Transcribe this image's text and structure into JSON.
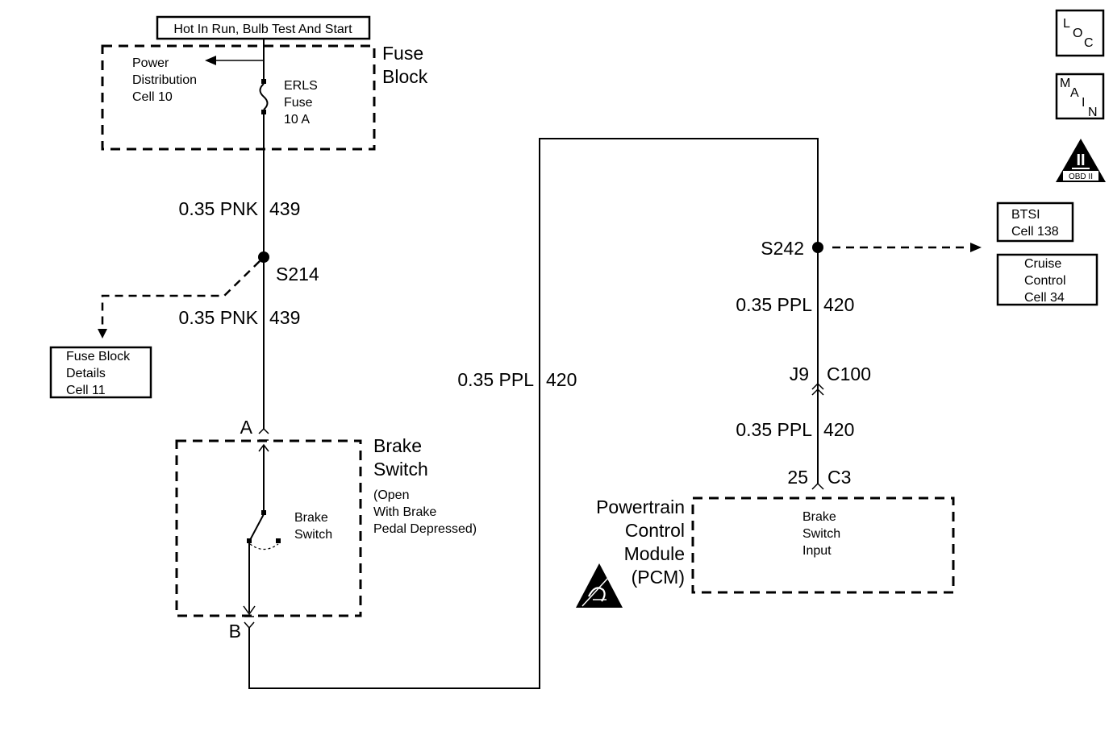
{
  "header_box": "Hot In Run, Bulb Test And Start",
  "fuse_block": {
    "title_line1": "Fuse",
    "title_line2": "Block",
    "power_line1": "Power",
    "power_line2": "Distribution",
    "power_line3": "Cell 10",
    "fuse_line1": "ERLS",
    "fuse_line2": "Fuse",
    "fuse_line3": "10 A"
  },
  "wires": {
    "w1_gauge": "0.35 PNK",
    "w1_circuit": "439",
    "w2_gauge": "0.35 PNK",
    "w2_circuit": "439",
    "w3_gauge": "0.35 PPL",
    "w3_circuit": "420",
    "w4_gauge": "0.35 PPL",
    "w4_circuit": "420",
    "w5_gauge": "0.35 PPL",
    "w5_circuit": "420"
  },
  "splices": {
    "s214": "S214",
    "s242": "S242"
  },
  "fuse_details": {
    "line1": "Fuse Block",
    "line2": "Details",
    "line3": "Cell 11"
  },
  "brake_switch": {
    "title_line1": "Brake",
    "title_line2": "Switch",
    "note_line1": "(Open",
    "note_line2": "With Brake",
    "note_line3": "Pedal Depressed)",
    "inner_line1": "Brake",
    "inner_line2": "Switch",
    "pin_a": "A",
    "pin_b": "B"
  },
  "connectors": {
    "j9": "J9",
    "c100": "C100",
    "pin25": "25",
    "c3": "C3"
  },
  "pcm": {
    "title_line1": "Powertrain",
    "title_line2": "Control",
    "title_line3": "Module",
    "title_line4": "(PCM)",
    "inner_line1": "Brake",
    "inner_line2": "Switch",
    "inner_line3": "Input"
  },
  "btsi": {
    "line1": "BTSI",
    "line2": "Cell 138"
  },
  "cruise": {
    "line1": "Cruise",
    "line2": "Control",
    "line3": "Cell 34"
  },
  "icons": {
    "loc": [
      "L",
      "O",
      "C"
    ],
    "main": [
      "M",
      "A",
      "I",
      "N"
    ],
    "obd_numeral": "II",
    "obd_label": "OBD II"
  }
}
